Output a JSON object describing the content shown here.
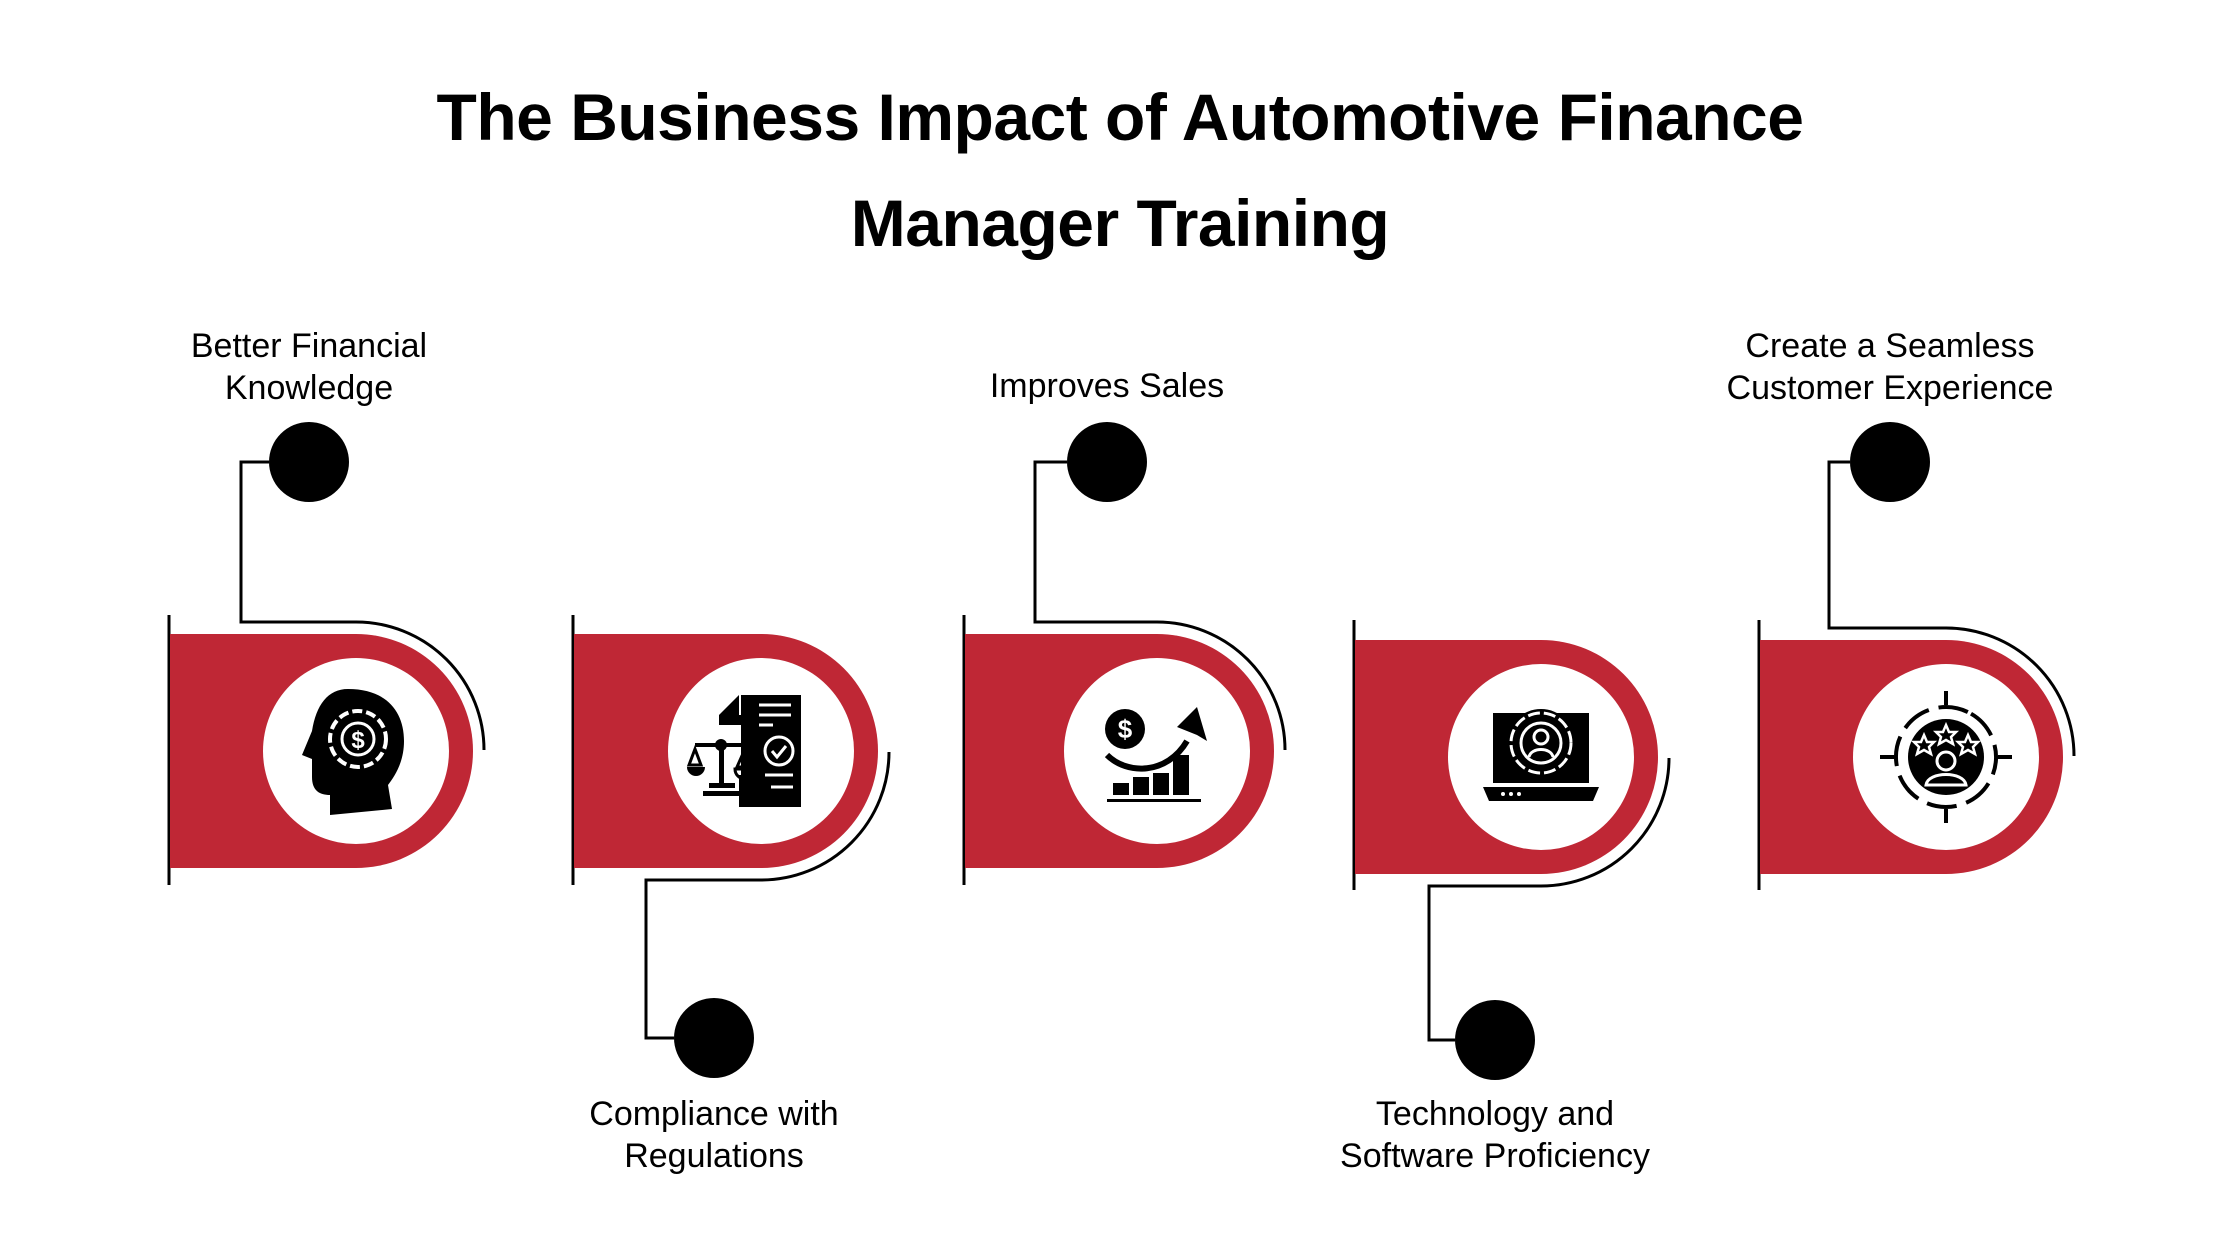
{
  "title": {
    "line1": "The Business Impact of Automotive Finance",
    "line2": "Manager Training"
  },
  "colors": {
    "accent_red": "#BF2735",
    "line": "#000000",
    "dot": "#000000",
    "circle_fill": "#FFFFFF",
    "background": "#FFFFFF"
  },
  "steps": [
    {
      "label_line1": "Better Financial",
      "label_line2": "Knowledge",
      "icon": "head-gear-dollar-icon",
      "position": "top"
    },
    {
      "label_line1": "Compliance with",
      "label_line2": "Regulations",
      "icon": "legal-document-scale-icon",
      "position": "bottom"
    },
    {
      "label_line1": "Improves Sales",
      "label_line2": "",
      "icon": "sales-growth-chart-icon",
      "position": "top"
    },
    {
      "label_line1": "Technology and",
      "label_line2": "Software Proficiency",
      "icon": "laptop-gear-user-icon",
      "position": "bottom"
    },
    {
      "label_line1": "Create a Seamless",
      "label_line2": "Customer Experience",
      "icon": "customer-rating-target-icon",
      "position": "top"
    }
  ]
}
